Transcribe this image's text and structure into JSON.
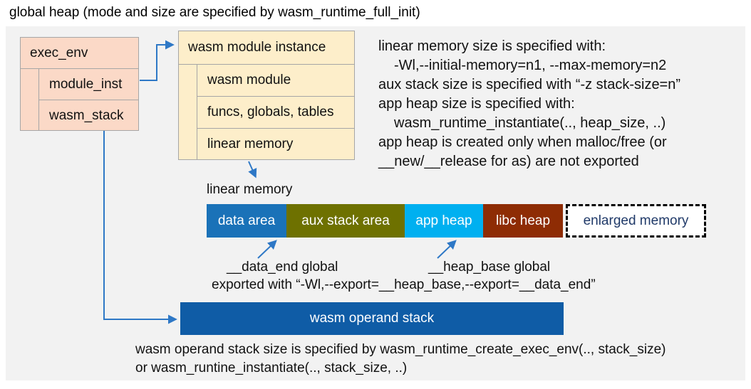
{
  "title": "global heap (mode and size are specified by wasm_runtime_full_init)",
  "colors": {
    "panel_bg": "#f2f2f2",
    "exec_box_fill": "#fbd9c7",
    "module_box_fill": "#fdeeca",
    "box_border": "#a6a6a6",
    "arrow_blue": "#2e78c6",
    "data_area": "#1a72b8",
    "aux_stack_area": "#6e7100",
    "app_heap": "#00b0f0",
    "libc_heap": "#8e2c04",
    "operand_stack": "#0f5ca6",
    "enlarged_text": "#203a69"
  },
  "exec_env_box": {
    "header": "exec_env",
    "rows": [
      "module_inst",
      "wasm_stack"
    ]
  },
  "module_instance_box": {
    "header": "wasm module instance",
    "rows": [
      "wasm module",
      "funcs, globals, tables",
      "linear memory"
    ]
  },
  "notes": {
    "lines": [
      "linear memory size is specified with:",
      "-Wl,--initial-memory=n1, --max-memory=n2",
      "aux stack size is specified with “-z stack-size=n”",
      "app heap size is specified with:",
      "wasm_runtime_instantiate(.., heap_size, ..)",
      "app heap is created only when malloc/free (or",
      "__new/__release for as) are not exported"
    ]
  },
  "linear_memory": {
    "label": "linear memory",
    "segments": [
      {
        "label": "data area",
        "color": "#1a72b8"
      },
      {
        "label": "aux stack area",
        "color": "#6e7100"
      },
      {
        "label": "app heap",
        "color": "#00b0f0"
      },
      {
        "label": "libc heap",
        "color": "#8e2c04"
      }
    ],
    "enlarged": {
      "label": "enlarged memory"
    }
  },
  "annotations": {
    "data_end": "__data_end global",
    "heap_base": "__heap_base global",
    "exported": "exported with “-Wl,--export=__heap_base,--export=__data_end”"
  },
  "operand_stack": {
    "label": "wasm operand stack"
  },
  "footer": {
    "lines": [
      "wasm operand stack size is specified by wasm_runtime_create_exec_env(.., stack_size)",
      "or wasm_runtine_instantiate(.., stack_size, ..)"
    ]
  }
}
